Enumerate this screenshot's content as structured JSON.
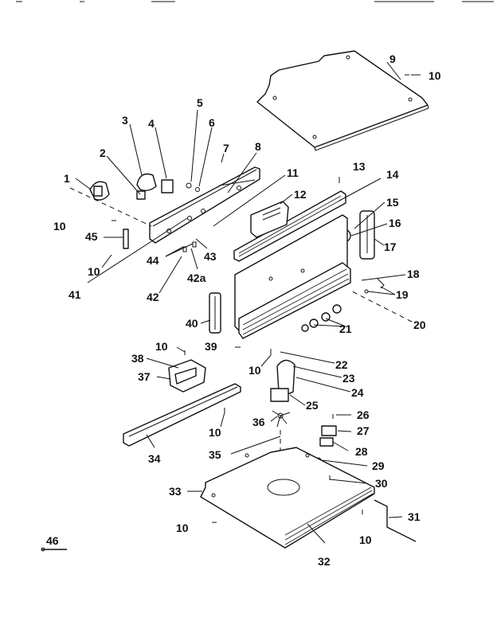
{
  "diagram": {
    "labels": {
      "p1": "1",
      "p2": "2",
      "p3": "3",
      "p4": "4",
      "p5": "5",
      "p6": "6",
      "p7": "7",
      "p8": "8",
      "p9": "9",
      "p10": "10",
      "p11": "11",
      "p12": "12",
      "p13": "13",
      "p14": "14",
      "p15": "15",
      "p16": "16",
      "p17": "17",
      "p18": "18",
      "p19": "19",
      "p20": "20",
      "p21": "21",
      "p22": "22",
      "p23": "23",
      "p24": "24",
      "p25": "25",
      "p26": "26",
      "p27": "27",
      "p28": "28",
      "p29": "29",
      "p30": "30",
      "p31": "31",
      "p32": "32",
      "p33": "33",
      "p34": "34",
      "p35": "35",
      "p36": "36",
      "p37": "37",
      "p38": "38",
      "p39": "39",
      "p40": "40",
      "p41": "41",
      "p42": "42",
      "p42a": "42a",
      "p43": "43",
      "p44": "44",
      "p45": "45",
      "p46": "46"
    }
  }
}
